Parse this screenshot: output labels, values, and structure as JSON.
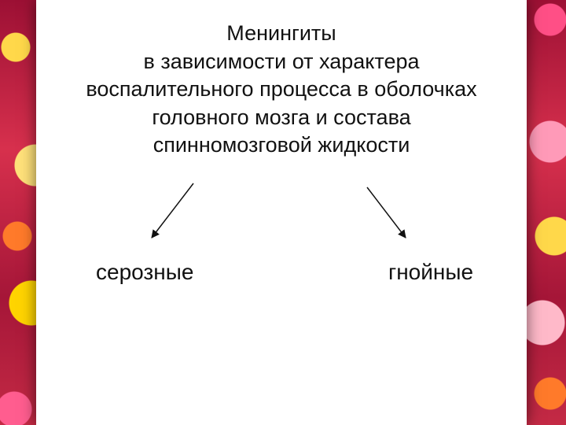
{
  "diagram": {
    "title_lines": [
      "Менингиты",
      "в зависимости от характера",
      "воспалительного процесса в оболочках",
      "головного мозга и состава",
      "спинномозговой жидкости"
    ],
    "branches": [
      {
        "label": "серозные"
      },
      {
        "label": "гнойные"
      }
    ]
  }
}
